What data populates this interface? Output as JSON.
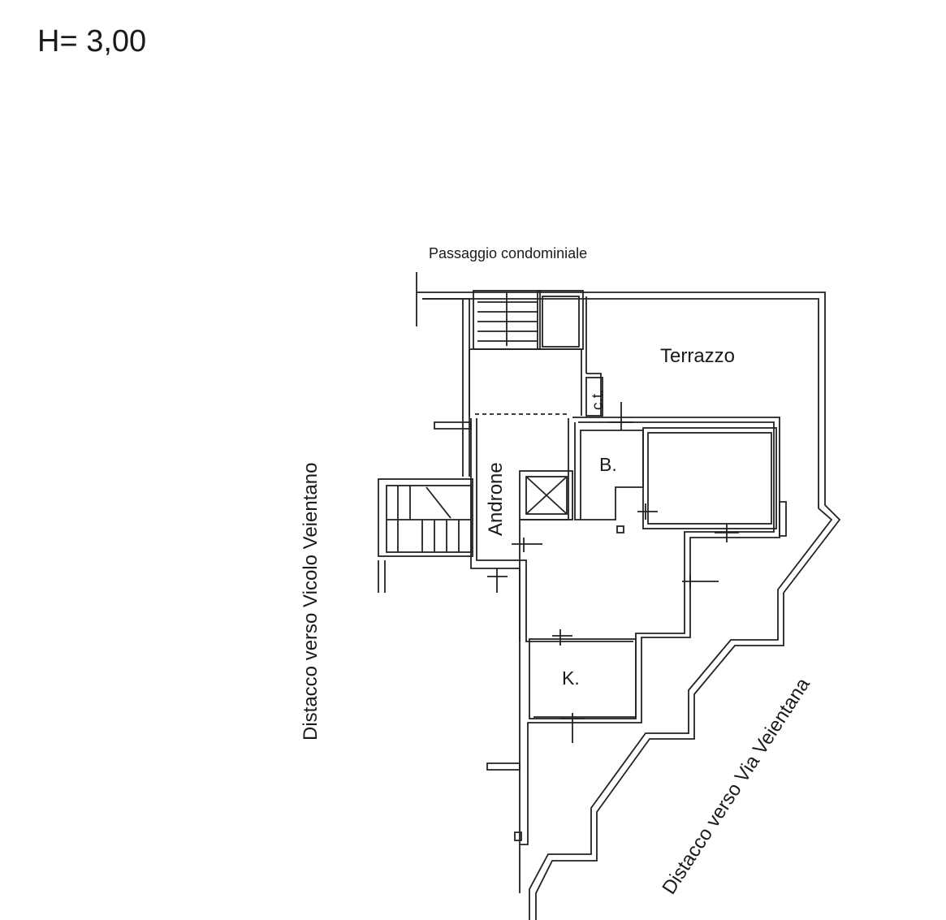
{
  "header": {
    "height_label": "H= 3,00"
  },
  "labels": {
    "passage": "Passaggio condominiale",
    "terrace": "Terrazzo",
    "ct": "c.t.",
    "bath": "B.",
    "lobby": "Androne",
    "kitchen": "K.",
    "setback_west": "Distacco verso Vicolo Veientano",
    "setback_east": "Distacco verso Via Veientana"
  }
}
